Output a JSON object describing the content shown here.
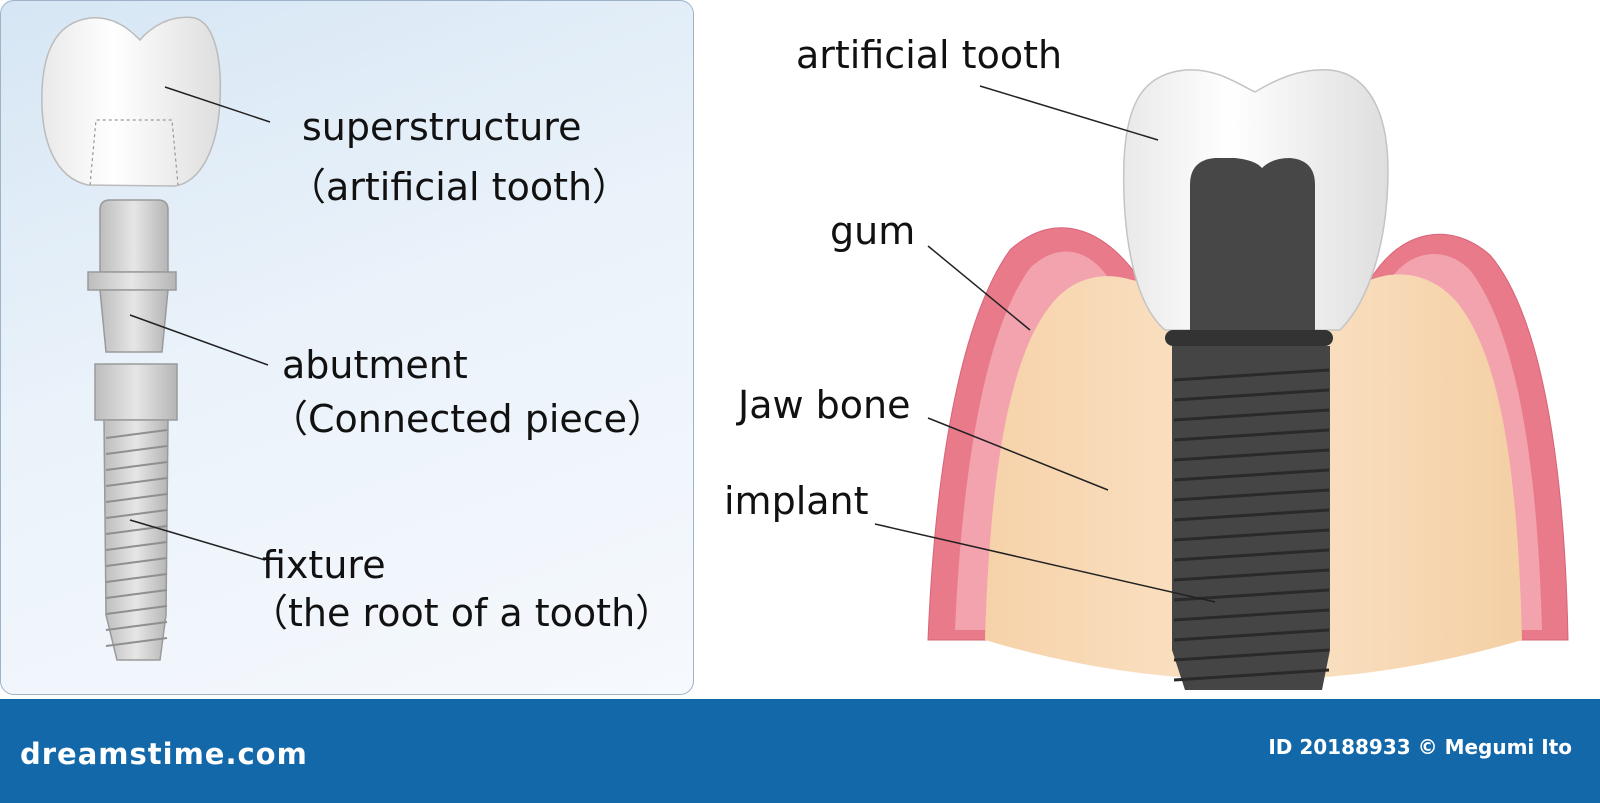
{
  "left_panel": {
    "labels": {
      "superstructure": "superstructure",
      "superstructure_sub": "（artificial tooth）",
      "abutment": "abutment",
      "abutment_sub": "（Connected piece）",
      "fixture": "fixture",
      "fixture_sub": "（the root of a tooth）"
    }
  },
  "right_panel": {
    "labels": {
      "artificial_tooth": "artificial tooth",
      "gum": "gum",
      "jaw_bone": "Jaw bone",
      "implant": "implant"
    }
  },
  "footer": {
    "brand": "dreamstime.com",
    "credit": "ID 20188933 © Megumi Ito"
  },
  "colors": {
    "panel_bg": "#e4eef8",
    "gum": "#e87a8a",
    "bone": "#f7d8b4",
    "implant": "#3f3f3f",
    "footer": "#1268a8"
  }
}
